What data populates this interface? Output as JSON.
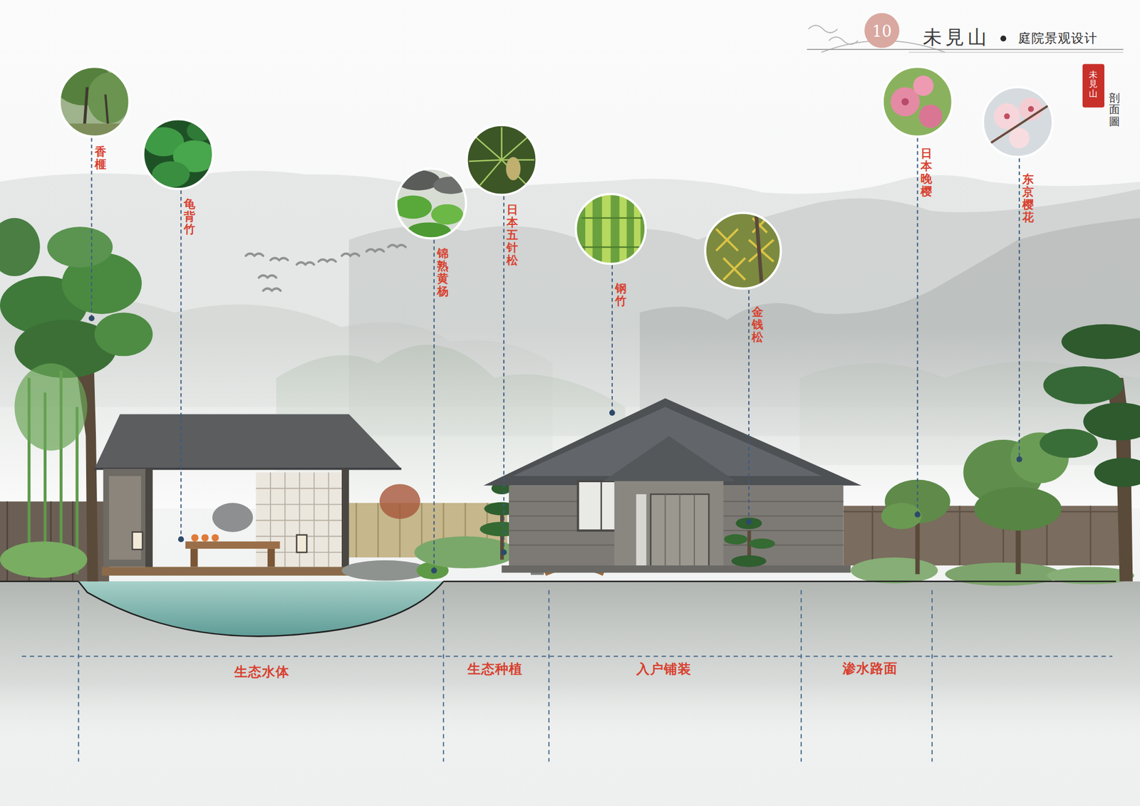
{
  "diagram": {
    "title": "未見山",
    "labels": [
      "10",
      "庭院景观设计",
      "未見山",
      "剖面圖",
      "香榧",
      "龟背竹",
      "锦熟黄杨",
      "日本五针松",
      "钢竹",
      "金钱松",
      "日本晚樱",
      "东京樱花",
      "生态水体",
      "生态种植",
      "入户铺装",
      "渗水路面"
    ]
  }
}
